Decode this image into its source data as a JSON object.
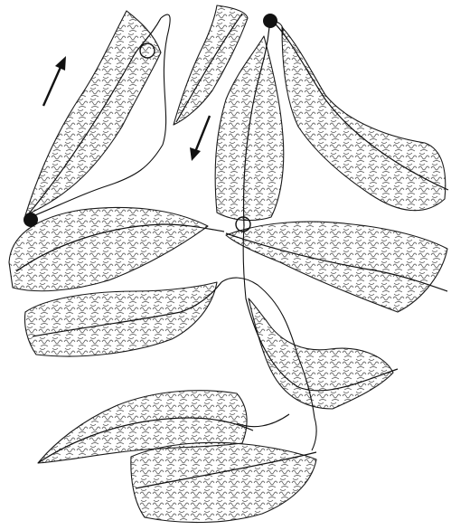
{
  "figure": {
    "description_visible_text": "",
    "colors": {
      "ink": "#111111",
      "paper": "#ffffff"
    },
    "marker_types": [
      "filled-circle",
      "open-circle",
      "arrow"
    ],
    "icons": [
      "up-right-arrow-icon",
      "down-left-arrow-icon",
      "start-dot-icon",
      "end-dot-icon",
      "node-ring-icon"
    ]
  }
}
